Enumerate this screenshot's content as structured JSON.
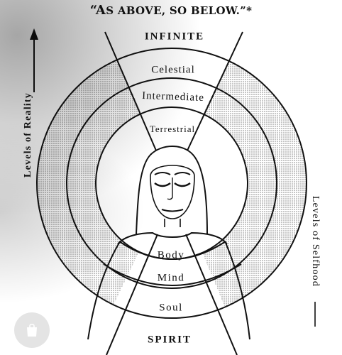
{
  "header": {
    "title_lead": "“A",
    "title_rest": "S ABOVE, SO BELOW.”*"
  },
  "diagram": {
    "top_label": "INFINITE",
    "bottom_label": "SPIRIT",
    "levels_of_reality": [
      "Celestial",
      "Intermediate",
      "Terrestrial"
    ],
    "levels_of_selfhood": [
      "Body",
      "Mind",
      "Soul"
    ],
    "left_axis_label": "Levels of Reality",
    "right_axis_label": "Levels of Selfhood"
  },
  "colors": {
    "ink": "#111111",
    "stipple": "#8a8a8a",
    "paper": "#ffffff"
  },
  "icons": {
    "up_arrow": "arrow-up-icon",
    "badge": "shopping-bag-icon"
  }
}
